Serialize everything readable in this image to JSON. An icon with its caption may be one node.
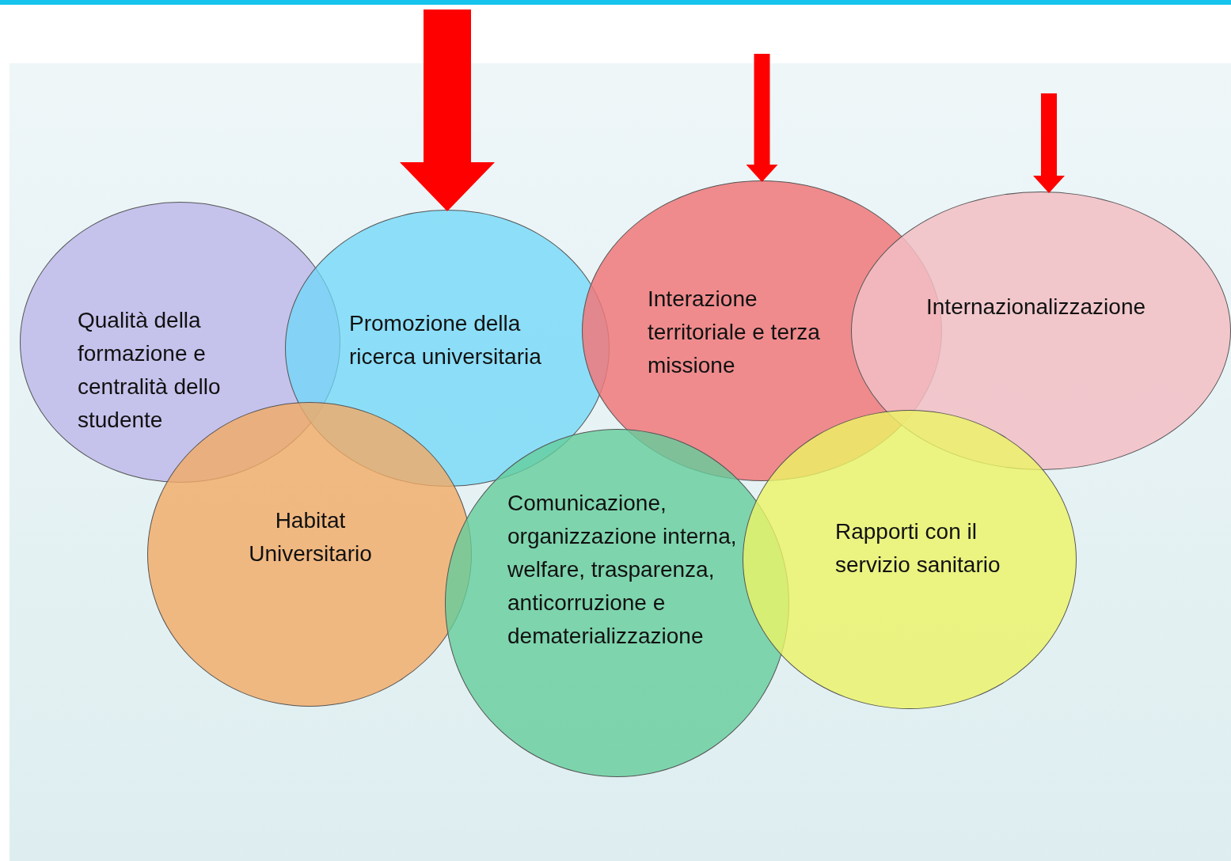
{
  "diagram": {
    "nodes": [
      {
        "text": [
          "Qualità della formazione e centralità dello studente"
        ]
      },
      {
        "text": [
          "Promozione della ricerca universitaria"
        ]
      },
      {
        "text": [
          "Interazione territoriale e terza missione"
        ]
      },
      {
        "text": [
          "Internazionalizzazione"
        ]
      },
      {
        "text": [
          "Habitat Universitario"
        ]
      },
      {
        "text": [
          "Comunicazione, organizzazione interna, welfare, trasparenza, anticorruzione e dematerializzazione"
        ]
      },
      {
        "text": [
          "Rapporti con il servizio sanitario"
        ]
      }
    ],
    "edges": [
      {
        "from": null,
        "to": 1,
        "arrow": "to",
        "style": "thick"
      },
      {
        "from": null,
        "to": 2,
        "arrow": "to"
      },
      {
        "from": null,
        "to": 3,
        "arrow": "to"
      }
    ]
  }
}
